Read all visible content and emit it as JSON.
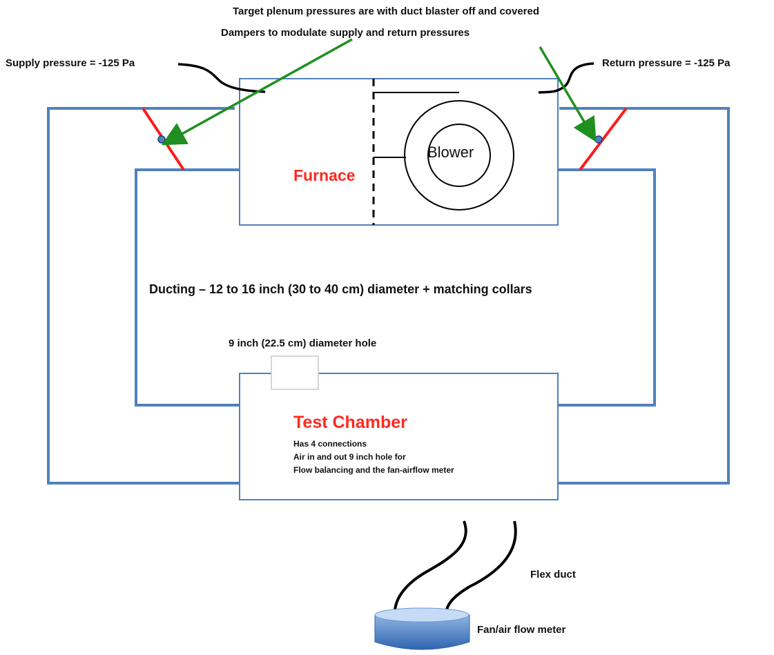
{
  "top_notes": {
    "line1": "Target plenum pressures are with duct blaster off and covered",
    "line2": "Dampers to modulate supply and return pressures"
  },
  "supply_pressure": "Supply pressure = -125 Pa",
  "return_pressure": "Return pressure = -125 Pa",
  "furnace_label": "Furnace",
  "blower_label": "Blower",
  "ducting_label": "Ducting – 12 to 16 inch (30 to 40 cm) diameter + matching collars",
  "hole_label": "9 inch (22.5 cm) diameter hole",
  "test_chamber": {
    "title": "Test Chamber",
    "line1": "Has 4 connections",
    "line2": "Air in and out  9 inch hole for",
    "line3": "Flow balancing  and the fan-airflow meter"
  },
  "flex_duct_label": "Flex duct",
  "fan_meter_label": "Fan/air flow meter",
  "colors": {
    "duct": "#4f81bd",
    "damper": "#ff1a1a",
    "arrow": "#1f8f1f",
    "label_red": "#ff2a1f",
    "meter_top": "#c6dbf5",
    "meter_body": "#4f81bd"
  }
}
